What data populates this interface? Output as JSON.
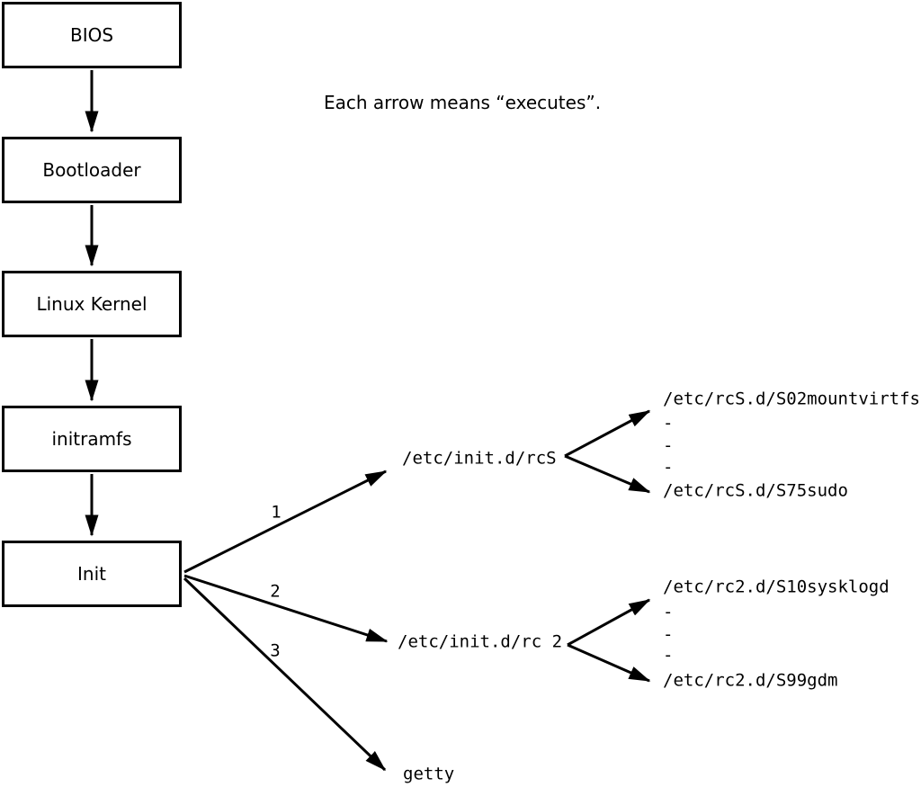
{
  "note": "Each arrow means “executes”.",
  "chain": [
    {
      "label": "BIOS"
    },
    {
      "label": "Bootloader"
    },
    {
      "label": "Linux Kernel"
    },
    {
      "label": "initramfs"
    },
    {
      "label": "Init"
    }
  ],
  "branches": [
    {
      "num": "1",
      "target": "/etc/init.d/rcS"
    },
    {
      "num": "2",
      "target": "/etc/init.d/rc 2"
    },
    {
      "num": "3",
      "target": "getty"
    }
  ],
  "rcs_scripts": {
    "first": "/etc/rcS.d/S02mountvirtfs",
    "dash1": "-",
    "dash2": "-",
    "dash3": "-",
    "last": "/etc/rcS.d/S75sudo"
  },
  "rc2_scripts": {
    "first": "/etc/rc2.d/S10sysklogd",
    "dash1": "-",
    "dash2": "-",
    "dash3": "-",
    "last": "/etc/rc2.d/S99gdm"
  },
  "colors": {
    "ink": "#000000",
    "background": "#ffffff"
  }
}
